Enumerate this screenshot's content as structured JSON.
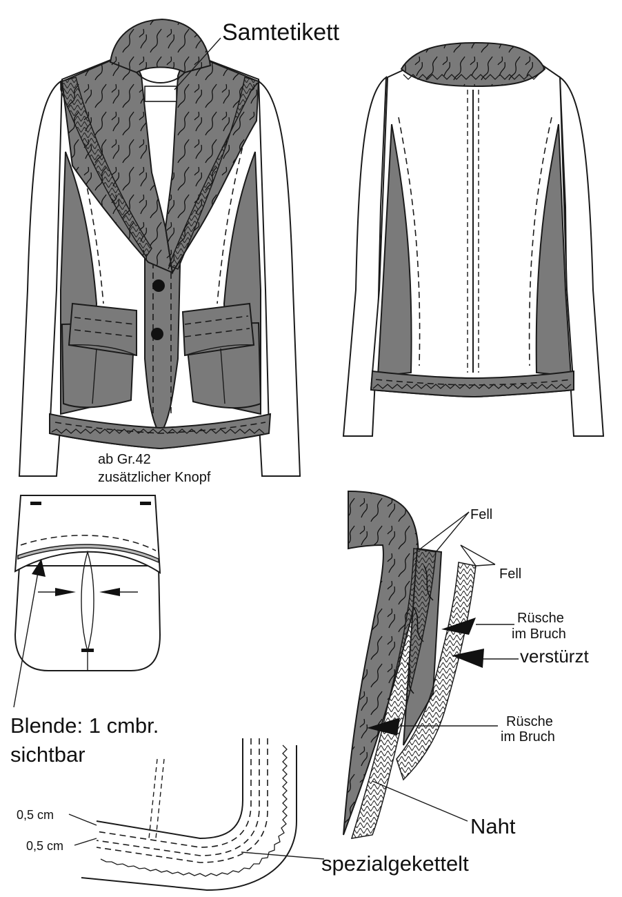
{
  "labels": {
    "samtetikett": "Samtetikett",
    "ab_gr": "ab Gr.42",
    "zus_knopf": "zusätzlicher Knopf",
    "fell_1": "Fell",
    "fell_2": "Fell",
    "rusche_1_a": "Rüsche",
    "rusche_1_b": "im Bruch",
    "versturzt": "verstürzt",
    "rusche_2_a": "Rüsche",
    "rusche_2_b": "im Bruch",
    "naht": "Naht",
    "blende_a": "Blende: 1 cmbr.",
    "blende_b": "sichtbar",
    "measure_1": "0,5 cm",
    "measure_2": "0,5 cm",
    "spezial": "spezialgekettelt"
  },
  "colors": {
    "dark": "#7a7a7a",
    "gray": "#b8b8b8",
    "outline": "#1a1a1a"
  }
}
